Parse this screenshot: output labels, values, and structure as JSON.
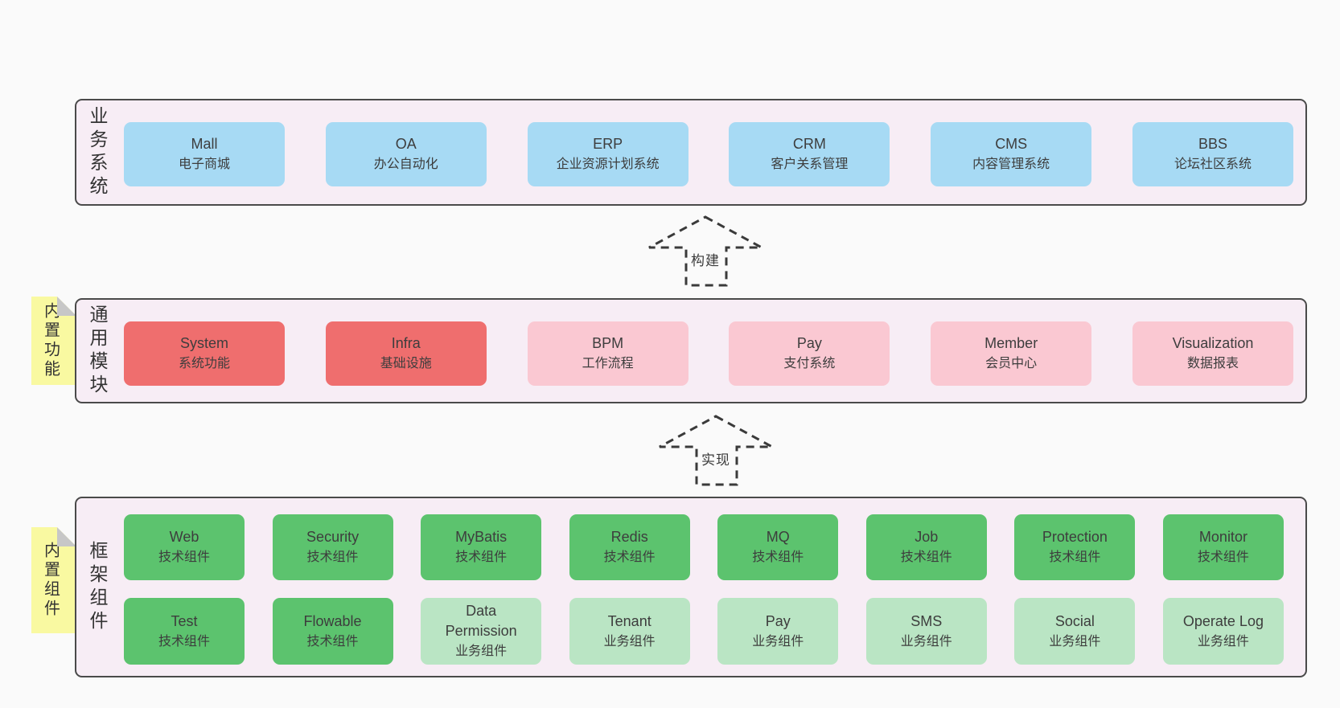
{
  "colors": {
    "page_bg": "#fafafa",
    "panel_bg": "#f7edf5",
    "border": "#4a4a4a",
    "blue": "#a7daf4",
    "red": "#ef6e6e",
    "pink": "#fac8d2",
    "green": "#5cc36e",
    "light_green": "#bae5c4",
    "note_yellow": "#f9f9a1",
    "flap_gray": "#c7c7c7"
  },
  "sections": [
    {
      "label": "业务系统",
      "boxes": [
        {
          "title": "Mall",
          "subtitle": "电子商城"
        },
        {
          "title": "OA",
          "subtitle": "办公自动化"
        },
        {
          "title": "ERP",
          "subtitle": "企业资源计划系统"
        },
        {
          "title": "CRM",
          "subtitle": "客户关系管理"
        },
        {
          "title": "CMS",
          "subtitle": "内容管理系统"
        },
        {
          "title": "BBS",
          "subtitle": "论坛社区系统"
        }
      ]
    },
    {
      "label": "通用模块",
      "note": "内置功能",
      "boxes": [
        {
          "title": "System",
          "subtitle": "系统功能"
        },
        {
          "title": "Infra",
          "subtitle": "基础设施"
        },
        {
          "title": "BPM",
          "subtitle": "工作流程"
        },
        {
          "title": "Pay",
          "subtitle": "支付系统"
        },
        {
          "title": "Member",
          "subtitle": "会员中心"
        },
        {
          "title": "Visualization",
          "subtitle": "数据报表"
        }
      ]
    },
    {
      "label": "框架组件",
      "note": "内置组件",
      "rows": [
        [
          {
            "title": "Web",
            "subtitle": "技术组件"
          },
          {
            "title": "Security",
            "subtitle": "技术组件"
          },
          {
            "title": "MyBatis",
            "subtitle": "技术组件"
          },
          {
            "title": "Redis",
            "subtitle": "技术组件"
          },
          {
            "title": "MQ",
            "subtitle": "技术组件"
          },
          {
            "title": "Job",
            "subtitle": "技术组件"
          },
          {
            "title": "Protection",
            "subtitle": "技术组件"
          },
          {
            "title": "Monitor",
            "subtitle": "技术组件"
          }
        ],
        [
          {
            "title": "Test",
            "subtitle": "技术组件"
          },
          {
            "title": "Flowable",
            "subtitle": "技术组件"
          },
          {
            "title": "Data Permission",
            "subtitle": "业务组件"
          },
          {
            "title": "Tenant",
            "subtitle": "业务组件"
          },
          {
            "title": "Pay",
            "subtitle": "业务组件"
          },
          {
            "title": "SMS",
            "subtitle": "业务组件"
          },
          {
            "title": "Social",
            "subtitle": "业务组件"
          },
          {
            "title": "Operate Log",
            "subtitle": "业务组件"
          }
        ]
      ]
    }
  ],
  "arrows": [
    {
      "label": "构建",
      "direction": "up"
    },
    {
      "label": "实现",
      "direction": "up"
    }
  ]
}
